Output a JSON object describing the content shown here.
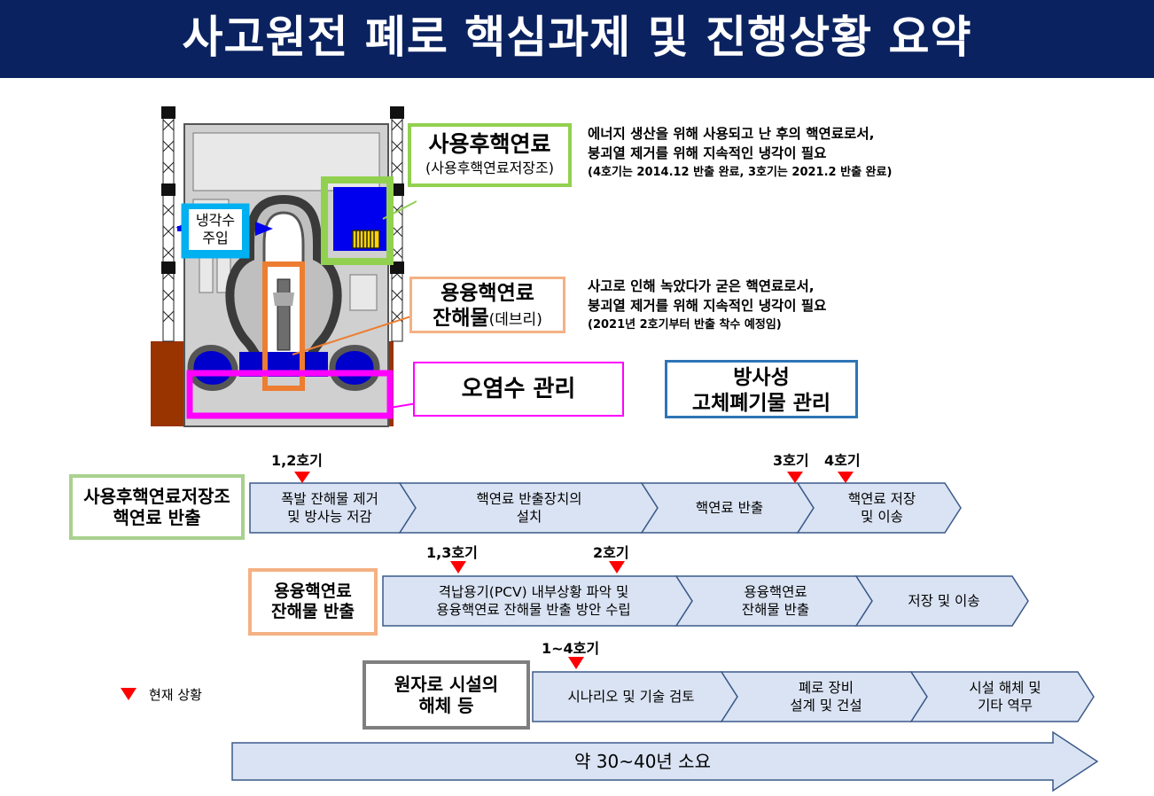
{
  "header": {
    "title": "사고원전 폐로 핵심과제 및 진행상황 요약"
  },
  "diagram": {
    "spent_fuel": {
      "title": "사용후핵연료",
      "subtitle": "(사용후핵연료저장조)",
      "desc_line1": "에너지 생산을 위해 사용되고 난 후의 핵연료로서,",
      "desc_line2": "붕괴열 제거를 위해 지속적인 냉각이 필요",
      "desc_line3": "(4호기는 2014.12 반출 완료, 3호기는 2021.2 반출 완료)"
    },
    "cooling": {
      "line1": "냉각수",
      "line2": "주입"
    },
    "debris": {
      "title1": "용융핵연료",
      "title2_main": "잔해물",
      "title2_sub": "(데브리)",
      "desc_line1": "사고로 인해 녹았다가 굳은 핵연료로서,",
      "desc_line2": "붕괴열 제거를 위해 지속적인 냉각이 필요",
      "desc_line3": "(2021년 2호기부터 반출 착수 예정임)"
    },
    "contaminated_water": {
      "label": "오염수 관리"
    },
    "solid_waste": {
      "line1": "방사성",
      "line2": "고체폐기물 관리"
    }
  },
  "timeline": {
    "rows": [
      {
        "label_line1": "사용후핵연료저장조",
        "label_line2": "핵연료 반출",
        "steps": [
          {
            "line1": "폭발 잔해물 제거",
            "line2": "및 방사능 저감"
          },
          {
            "line1": "핵연료 반출장치의",
            "line2": "설치"
          },
          {
            "line1": "핵연료 반출",
            "line2": ""
          },
          {
            "line1": "핵연료 저장",
            "line2": "및 이송"
          }
        ]
      },
      {
        "label_line1": "용융핵연료",
        "label_line2": "잔해물 반출",
        "steps": [
          {
            "line1": "격납용기(PCV) 내부상황 파악 및",
            "line2": "용융핵연료 잔해물 반출 방안 수립"
          },
          {
            "line1": "용융핵연료",
            "line2": "잔해물 반출"
          },
          {
            "line1": "저장 및 이송",
            "line2": ""
          }
        ]
      },
      {
        "label_line1": "원자로 시설의",
        "label_line2": "해체 등",
        "steps": [
          {
            "line1": "시나리오 및 기술 검토",
            "line2": ""
          },
          {
            "line1": "폐로 장비",
            "line2": "설계 및 건설"
          },
          {
            "line1": "시설 해체 및",
            "line2": "기타 역무"
          }
        ]
      }
    ],
    "markers": [
      "1,2호기",
      "3호기",
      "4호기",
      "1,3호기",
      "2호기",
      "1~4호기"
    ],
    "legend": {
      "label": "현재 상황"
    },
    "duration": {
      "label": "약 30~40년 소요"
    }
  },
  "colors": {
    "header_bg": "#0b2260",
    "arrow_fill": "#dae3f3",
    "arrow_stroke": "#3b5a8a",
    "marker": "#ff0000",
    "green_box": "#92d050",
    "orange_box": "#f4b183",
    "magenta_box": "#ff00ff",
    "blue_box": "#2e75b6",
    "gray_box": "#7f7f7f",
    "cyan_box": "#00b0f0"
  }
}
